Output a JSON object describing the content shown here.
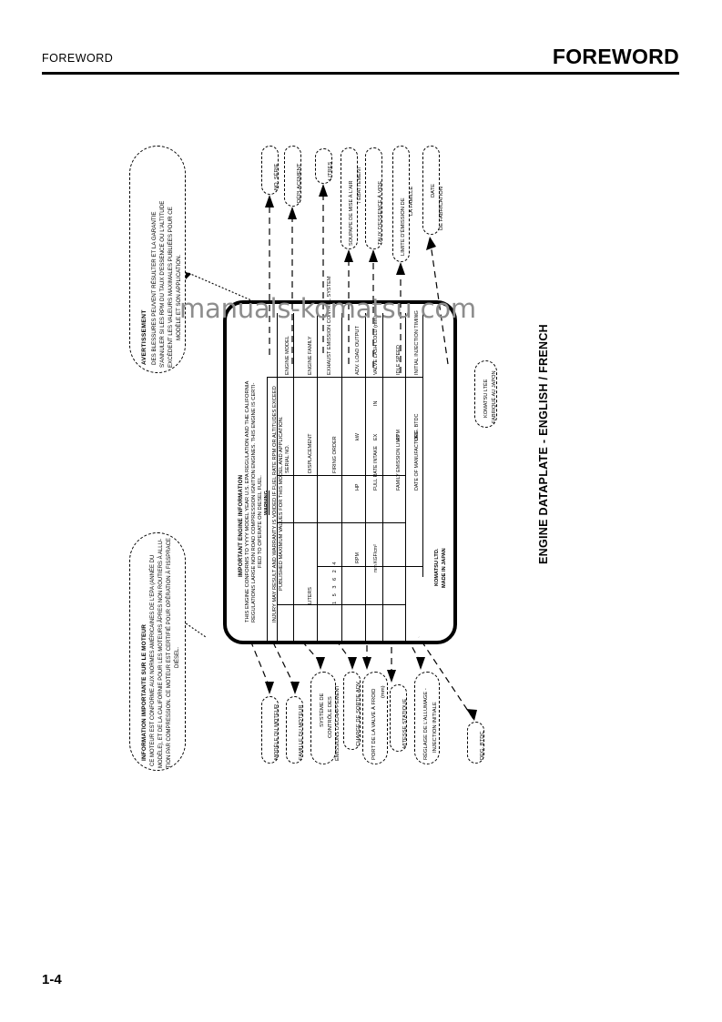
{
  "header": {
    "left_title": "FOREWORD",
    "right_title": "FOREWORD"
  },
  "page_number": "1-4",
  "watermark": "manuals-komatsu.com",
  "figure": {
    "caption": "ENGINE DATAPLATE - ENGLISH / FRENCH",
    "warning_bubble": {
      "title": "AVERTISSEMENT",
      "lines": [
        "DES BLESSURES PEUVENT RÉSULTER ET LA GARANTIE",
        "S'ANNULER SI LES RPM DU TAUX D'ESSENCE OU L'ALTITUDE",
        "EXCÈDENT LES VALEURS MAXIMALES PUBLIÉES POUR CE",
        "MODÈLE ET SON APPLICATION."
      ]
    },
    "info_bubble": {
      "title": "INFORMATION IMPORTANTE SUR LE MOTEUR",
      "lines": [
        "CE MOTEUR EST CONFORME AUX NORMES AMÉRICAINES DE L'EPA (ANNÉE DU",
        "MODÈLE), ET DE LA CALIFORNIE POUR LES MOTEURS  ÂPRES NON ROUTIERS À ALLU-",
        "TION PAR COMPRESSION.  CE MOTEUR EST CERTIFIÉ POUR OPÉRATION À FISSPRACE",
        "DIÉSEL."
      ]
    },
    "plate": {
      "title": "IMPORTANT ENGINE INFORMATION",
      "intro_lines": [
        "THIS ENGINE CONFORMS TO YYYY MODEL YEAR U.S. EPA REGULATION AND THE CALIFORNIA",
        "REGULATIONS LARGE NON ROAD COMPRESSION IGNITION ENGINES. THIS ENGINE IS CERTI-",
        "FIED TO OPERATE ON DIESEL FUEL."
      ],
      "warning_heading": "WARNING",
      "warning_lines": [
        "INJURY MAY RESULT AND WARRANTY IS VOIDED IF FUEL RATE RPM OR ALTITUDES EXCEED",
        "PUBLISHED MAXIMUM VALUES FOR THIS MODEL AND APPLICATION."
      ],
      "rows": [
        {
          "label": "ENGINE MODEL",
          "field": "SERIAL NO.",
          "value": "",
          "unit": ""
        },
        {
          "label": "ENGINE FAMILY",
          "field": "DISPLACEMENT",
          "value": "",
          "unit": "LITERS"
        },
        {
          "label": "EXHAUST EMISSION CONTROL SYSTEM",
          "field": "FIRING ORDER",
          "value": "1 5 3 6 2 4",
          "unit": ""
        },
        {
          "label": "ADV. LOAD OUTPUT",
          "field": "",
          "value": "kW",
          "unit": "HP",
          "unit2": "RPM"
        },
        {
          "label": "VALVE LASH COLD (mm)",
          "field": "FULL RATE INTAKE",
          "value": "EX",
          "unit": "IN",
          "unit2": "mm KGF/cm²"
        },
        {
          "label": "IDLE SPEED",
          "field": "FAMILY EMISSION LIMIT",
          "value": "RPM",
          "unit": ""
        },
        {
          "label": "INITIAL INJECTION TIMING",
          "field": "DEG. BTDC",
          "value": "DATE OF MANUFACTURE",
          "unit": ""
        }
      ],
      "footer_lines": [
        "KOMATSU LTD.",
        "MADE IN JAPAN"
      ]
    },
    "callouts_top": [
      {
        "name": "serial-number",
        "lines": [
          "NO. SÉRIE"
        ]
      },
      {
        "name": "displacement",
        "lines": [
          "DÉPLACEMENT"
        ]
      },
      {
        "name": "litres",
        "lines": [
          "LITRES"
        ]
      },
      {
        "name": "air-valve",
        "lines": [
          "SOUPAPE DE MISE À L'AIR",
          "/ ÉBATTEMENT"
        ]
      },
      {
        "name": "idle-fuel-rate",
        "lines": [
          "TAUX D'ESSENCE À VIDE"
        ]
      },
      {
        "name": "family-limit",
        "lines": [
          "LIMITE D'ÉMISSION DE",
          "LA FAMILLE"
        ]
      },
      {
        "name": "manufacture-date",
        "lines": [
          "DATE",
          "DE FABRICATION"
        ]
      }
    ],
    "callouts_bottom": [
      {
        "name": "engine-model",
        "lines": [
          "MODÈLE DU MOTEUR"
        ]
      },
      {
        "name": "engine-family",
        "lines": [
          "FAMILLE DU MOTEUR"
        ]
      },
      {
        "name": "emission-control",
        "lines": [
          "SYSTÈME DE",
          "CONTRÔLE DES",
          "ÉMISSIONS D'ÉCHAPPEMENT"
        ]
      },
      {
        "name": "adv-output",
        "lines": [
          "CHARGE DE SORTIE ADV"
        ]
      },
      {
        "name": "cold-valve-port",
        "lines": [
          "PORT DE LA VALVE À FROID",
          "(mm)"
        ]
      },
      {
        "name": "idle-speed",
        "lines": [
          "VITESSE STATIQUE"
        ]
      },
      {
        "name": "injection-timing",
        "lines": [
          "RÉGLAGE DE L'ALLUMAGE -",
          "INJECTION INITIALE"
        ]
      },
      {
        "name": "bdc",
        "lines": [
          "DEG. BTDC"
        ]
      }
    ],
    "komatsu_bubble": {
      "lines": [
        "KOMATSU LTÉE",
        "FABRIQUÉ AU JAPON"
      ]
    }
  },
  "colors": {
    "ink": "#000000",
    "watermark": "#8d8d8d"
  }
}
